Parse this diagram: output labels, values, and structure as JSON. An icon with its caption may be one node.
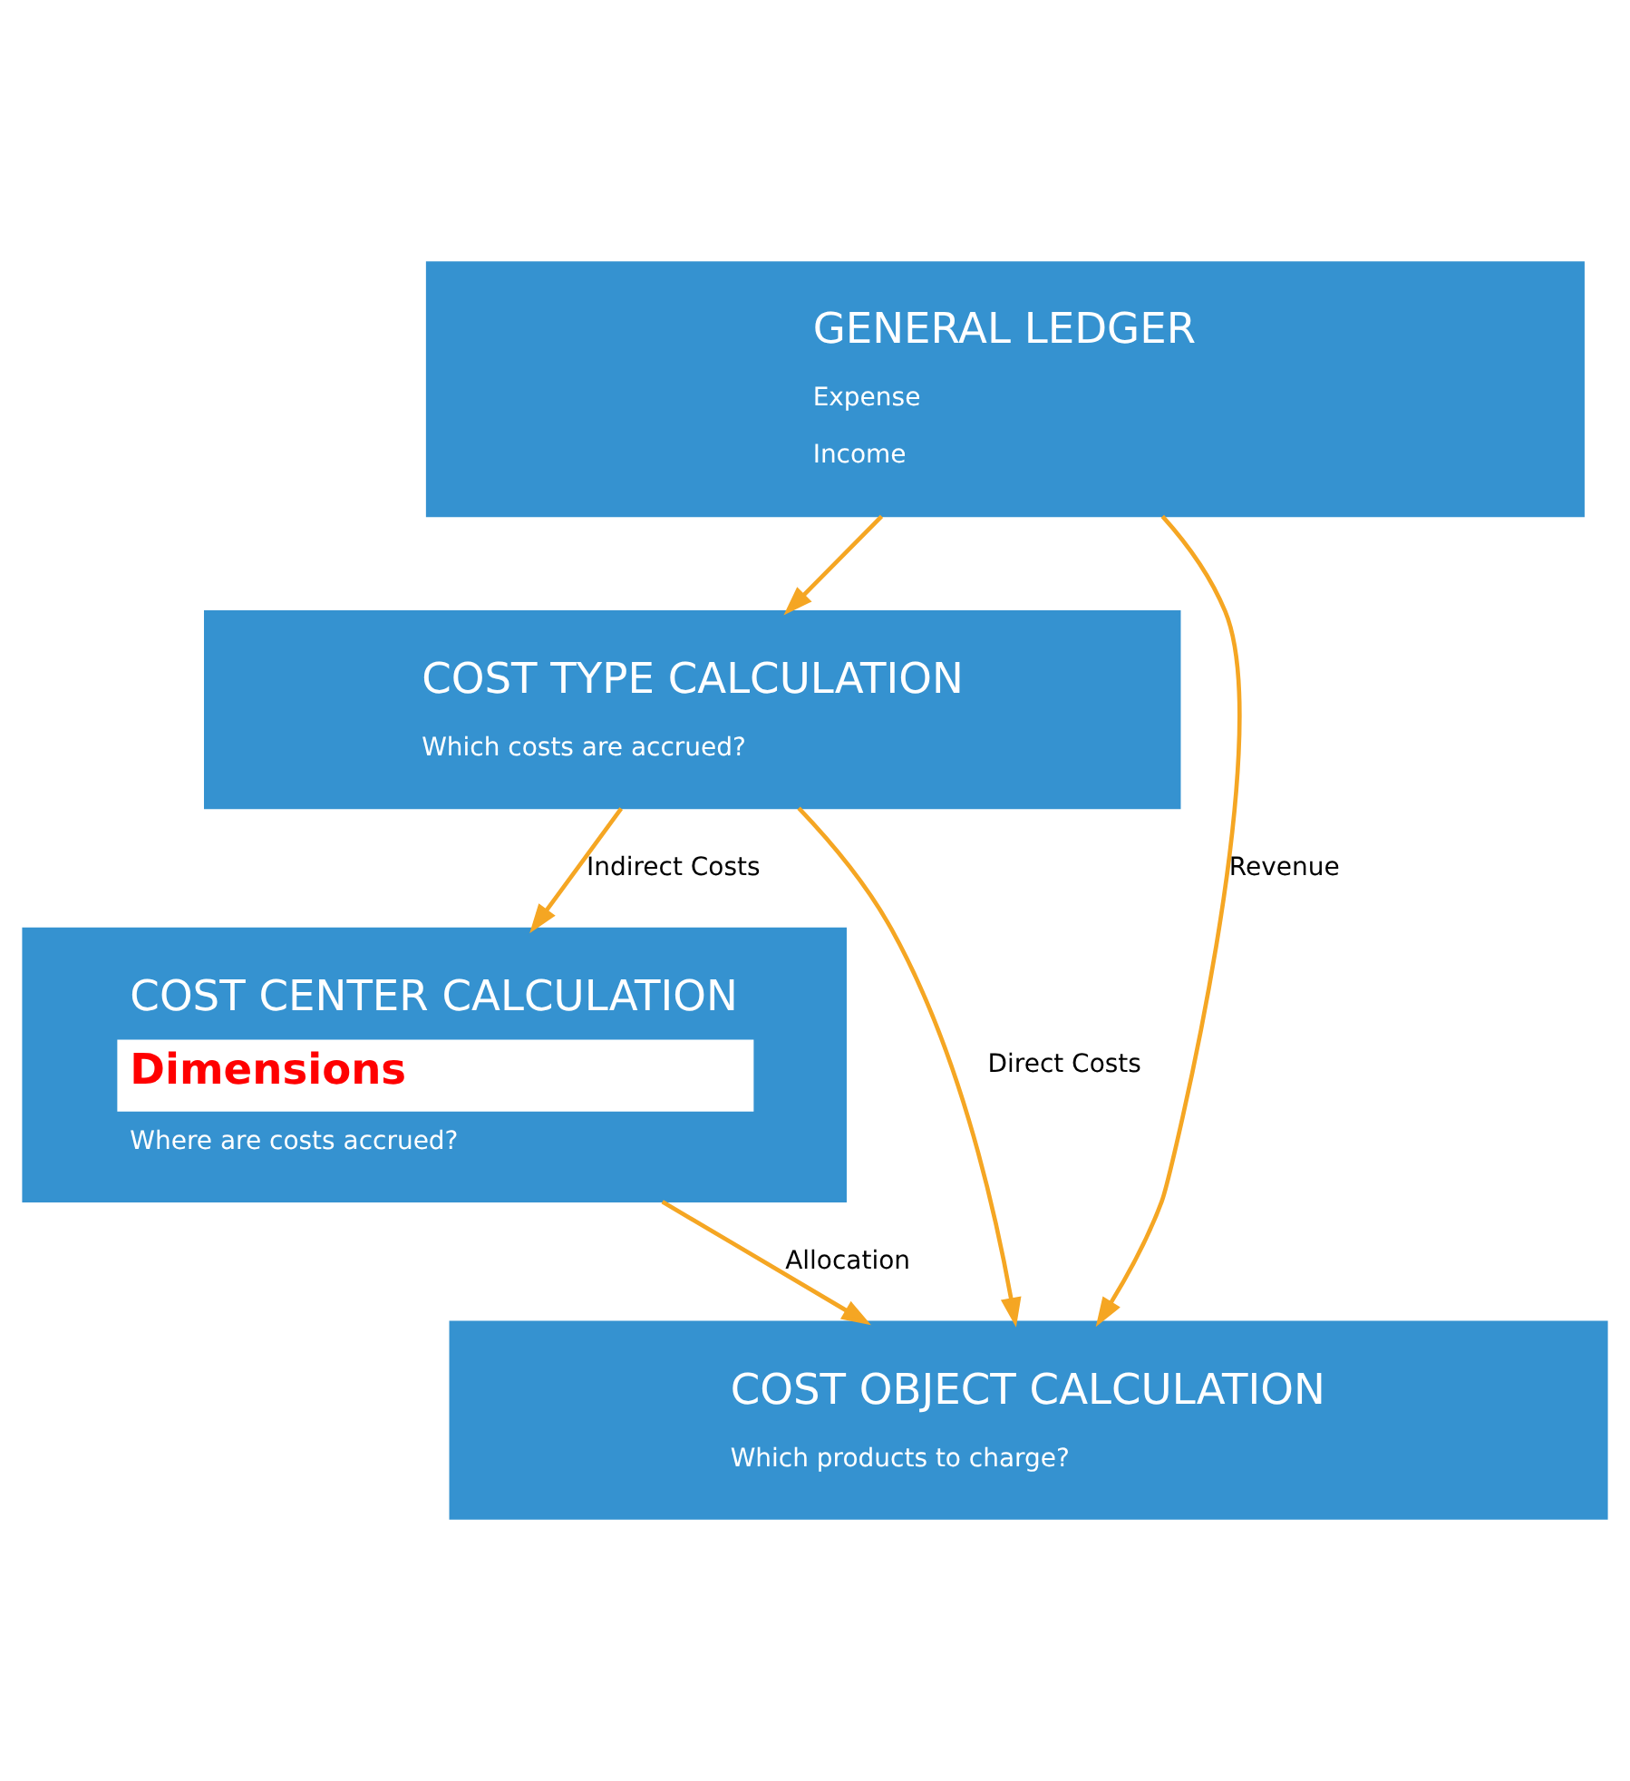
{
  "diagram": {
    "nodes": [
      {
        "text": [
          "GENERAL LEDGER",
          "Expense",
          "Income"
        ]
      },
      {
        "text": [
          "COST TYPE CALCULATION",
          "Which costs are accrued?"
        ]
      },
      {
        "text": [
          "COST CENTER CALCULATION",
          "Dimensions",
          "Where are costs accrued?"
        ]
      },
      {
        "text": [
          "COST OBJECT CALCULATION",
          "Which products to charge?"
        ]
      }
    ],
    "edges": [
      {
        "from": 0,
        "to": 1,
        "arrow": "to"
      },
      {
        "from": 0,
        "to": 3,
        "arrow": "to",
        "label": "Revenue"
      },
      {
        "from": 1,
        "to": 2,
        "arrow": "to",
        "label": "Indirect Costs"
      },
      {
        "from": 1,
        "to": 3,
        "arrow": "to",
        "label": "Direct Costs"
      },
      {
        "from": 2,
        "to": 3,
        "arrow": "to",
        "label": "Allocation"
      }
    ]
  }
}
